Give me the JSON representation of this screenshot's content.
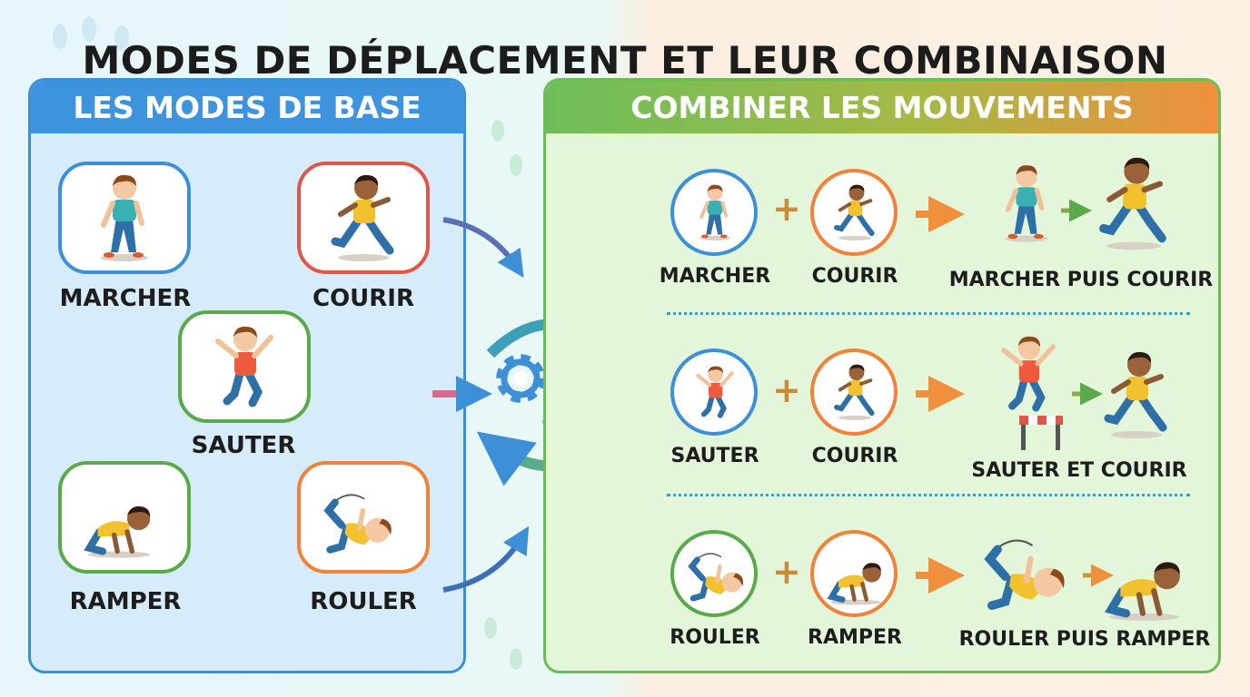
{
  "title": "MODES DE DÉPLACEMENT ET LEUR COMBINAISON",
  "left_panel": {
    "header": "LES MODES DE BASE",
    "modes": [
      {
        "label": "MARCHER",
        "border": "#3d8fd8"
      },
      {
        "label": "COURIR",
        "border": "#e0574a"
      },
      {
        "label": "SAUTER",
        "border": "#5aaa4c"
      },
      {
        "label": "RAMPER",
        "border": "#5aaa4c"
      },
      {
        "label": "ROULER",
        "border": "#f0823a"
      }
    ]
  },
  "right_panel": {
    "header": "COMBINER LES MOUVEMENTS",
    "combos": [
      {
        "a": "MARCHER",
        "b": "COURIR",
        "result": "MARCHER PUIS COURIR",
        "a_border": "#3d8fd8",
        "b_border": "#f0823a"
      },
      {
        "a": "SAUTER",
        "b": "COURIR",
        "result": "SAUTER ET COURIR",
        "a_border": "#3d8fd8",
        "b_border": "#f0823a"
      },
      {
        "a": "ROULER",
        "b": "RAMPER",
        "result": "ROULER PUIS RAMPER",
        "a_border": "#5aaa4c",
        "b_border": "#f0823a"
      }
    ]
  },
  "icons": {
    "plus": "+",
    "gears": "gears-icon",
    "arrow": "arrow-icon"
  },
  "colors": {
    "blue": "#3d93de",
    "green": "#6cbe5a",
    "orange": "#f08f3c"
  }
}
